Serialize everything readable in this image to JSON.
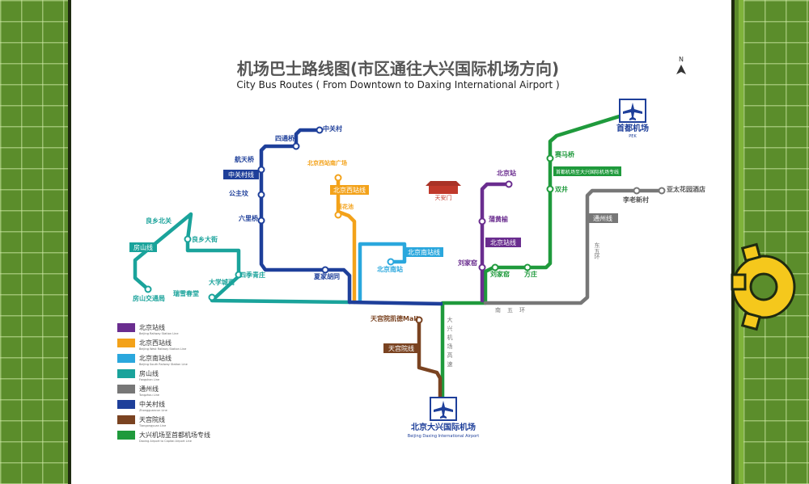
{
  "title_zh": "机场巴士路线图(市区通往大兴国际机场方向)",
  "title_en": "City Bus Routes ( From Downtown to Daxing International Airport )",
  "north": "N",
  "airports": {
    "capital_zh": "首都机场",
    "capital_en": "PEK",
    "daxing_zh": "北京大兴国际机场",
    "daxing_en": "Beijing Daxing International Airport"
  },
  "landmark_tiananmen": "天安门",
  "stations": {
    "zhongguancun": "中关村",
    "sitongqiao": "四通桥",
    "hangtianqiao": "航天桥",
    "gongzhufen": "公主坟",
    "liulqiao": "六里桥",
    "beijingxi_south_sq": "北京西站南广场",
    "lianhuachi": "莲花池",
    "xiaoyingtong": "夏家胡同",
    "beijingnan": "北京南站",
    "beijingzhan": "北京站",
    "puhuangyu": "蒲黄榆",
    "liujiayao": "刘家窑",
    "fangzhuang": "方庄",
    "liangxiang_beiguan": "良乡北关",
    "liangxiang_dajie": "良乡大街",
    "fangshan_jiaotongju": "房山交通局",
    "daxue_chengxi": "大学城西",
    "sihuan_dian": "四季青庄",
    "ruixue_chuntang": "瑞雪春堂",
    "saimaqiao": "赛马桥",
    "shuangjing": "双井",
    "lilao_xincun": "李老新村",
    "yatai_hotel": "亚太花园酒店",
    "tiangong_mall": "天宫院凯德Mall"
  },
  "line_tags": {
    "zhongguancun_line": "中关村线",
    "beijingxi_line": "北京西站线",
    "beijingnan_line": "北京南站线",
    "beijingzhan_line": "北京站线",
    "fangshan_line": "房山线",
    "tongzhou_line": "通州线",
    "tiangongyuan_line": "天宫院线",
    "capital_express": "首都机场至大兴国际机场专线"
  },
  "road_labels": {
    "east_fifth_ring": "东五环",
    "south_fifth_ring": "南五环",
    "daxing_expressway": "大兴机场高速"
  },
  "legend": [
    {
      "zh": "北京站线",
      "en": "Beijing Railway Station Line",
      "color": "#6a2d8f"
    },
    {
      "zh": "北京西站线",
      "en": "Beijing West Railway Station Line",
      "color": "#f3a21a"
    },
    {
      "zh": "北京南站线",
      "en": "Beijing South Railway Station Line",
      "color": "#2aa7dd"
    },
    {
      "zh": "房山线",
      "en": "Fangshan Line",
      "color": "#1aa39b"
    },
    {
      "zh": "通州线",
      "en": "Tongzhou Line",
      "color": "#777777"
    },
    {
      "zh": "中关村线",
      "en": "Zhongguancun Line",
      "color": "#1e3f9a"
    },
    {
      "zh": "天宫院线",
      "en": "Tiangongyuan Line",
      "color": "#7a4321"
    },
    {
      "zh": "大兴机场至首都机场专线",
      "en": "Daxing Airport to Capital Airport Line",
      "color": "#1f9a3c"
    }
  ],
  "colors": {
    "purple": "#6a2d8f",
    "orange": "#f3a21a",
    "sky": "#2aa7dd",
    "teal": "#1aa39b",
    "grey": "#777777",
    "navy": "#1e3f9a",
    "brown": "#7a4321",
    "green": "#1f9a3c"
  }
}
